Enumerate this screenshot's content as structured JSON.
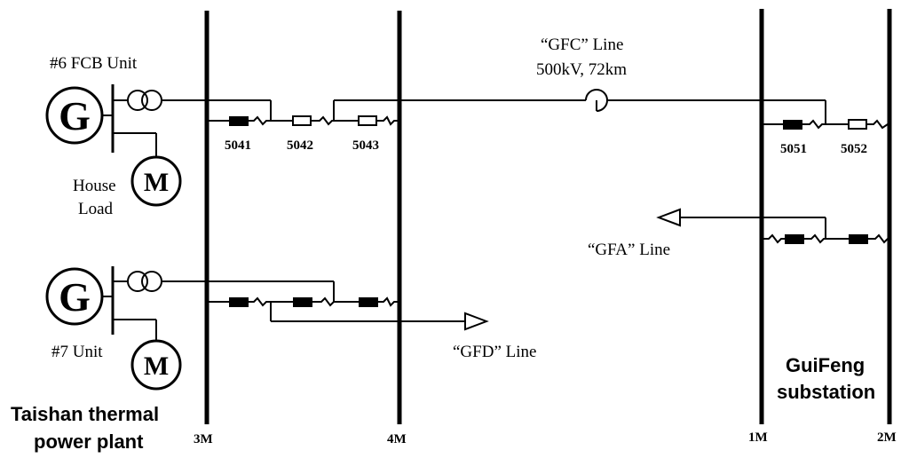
{
  "plant": {
    "title_line1": "Taishan thermal",
    "title_line2": "power plant",
    "unit6": {
      "label": "#6 FCB Unit",
      "generator_symbol": "G",
      "motor_symbol": "M",
      "house_load_line1": "House",
      "house_load_line2": "Load"
    },
    "unit7": {
      "label": "#7 Unit",
      "generator_symbol": "G",
      "motor_symbol": "M"
    }
  },
  "substation": {
    "title_line1": "GuiFeng",
    "title_line2": "substation"
  },
  "buses": {
    "b3m": "3M",
    "b4m": "4M",
    "b1m": "1M",
    "b2m": "2M"
  },
  "breakers": {
    "b5041": "5041",
    "b5042": "5042",
    "b5043": "5043",
    "b5051": "5051",
    "b5052": "5052"
  },
  "lines": {
    "gfc_name": "“GFC” Line",
    "gfc_spec": "500kV, 72km",
    "gfa_name": "“GFA” Line",
    "gfd_name": "“GFD” Line"
  }
}
